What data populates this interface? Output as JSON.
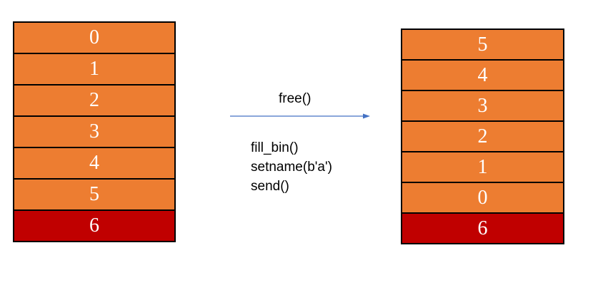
{
  "colors": {
    "normal_chunk": "#ED7D31",
    "highlight_chunk": "#C00000",
    "arrow": "#4472C4"
  },
  "left_stack": [
    {
      "label": "0",
      "kind": "normal"
    },
    {
      "label": "1",
      "kind": "normal"
    },
    {
      "label": "2",
      "kind": "normal"
    },
    {
      "label": "3",
      "kind": "normal"
    },
    {
      "label": "4",
      "kind": "normal"
    },
    {
      "label": "5",
      "kind": "normal"
    },
    {
      "label": "6",
      "kind": "highlight"
    }
  ],
  "right_stack": [
    {
      "label": "5",
      "kind": "normal"
    },
    {
      "label": "4",
      "kind": "normal"
    },
    {
      "label": "3",
      "kind": "normal"
    },
    {
      "label": "2",
      "kind": "normal"
    },
    {
      "label": "1",
      "kind": "normal"
    },
    {
      "label": "0",
      "kind": "normal"
    },
    {
      "label": "6",
      "kind": "highlight"
    }
  ],
  "arrow_label": "free()",
  "operations": [
    "fill_bin()",
    "setname(b'a')",
    "send()"
  ]
}
